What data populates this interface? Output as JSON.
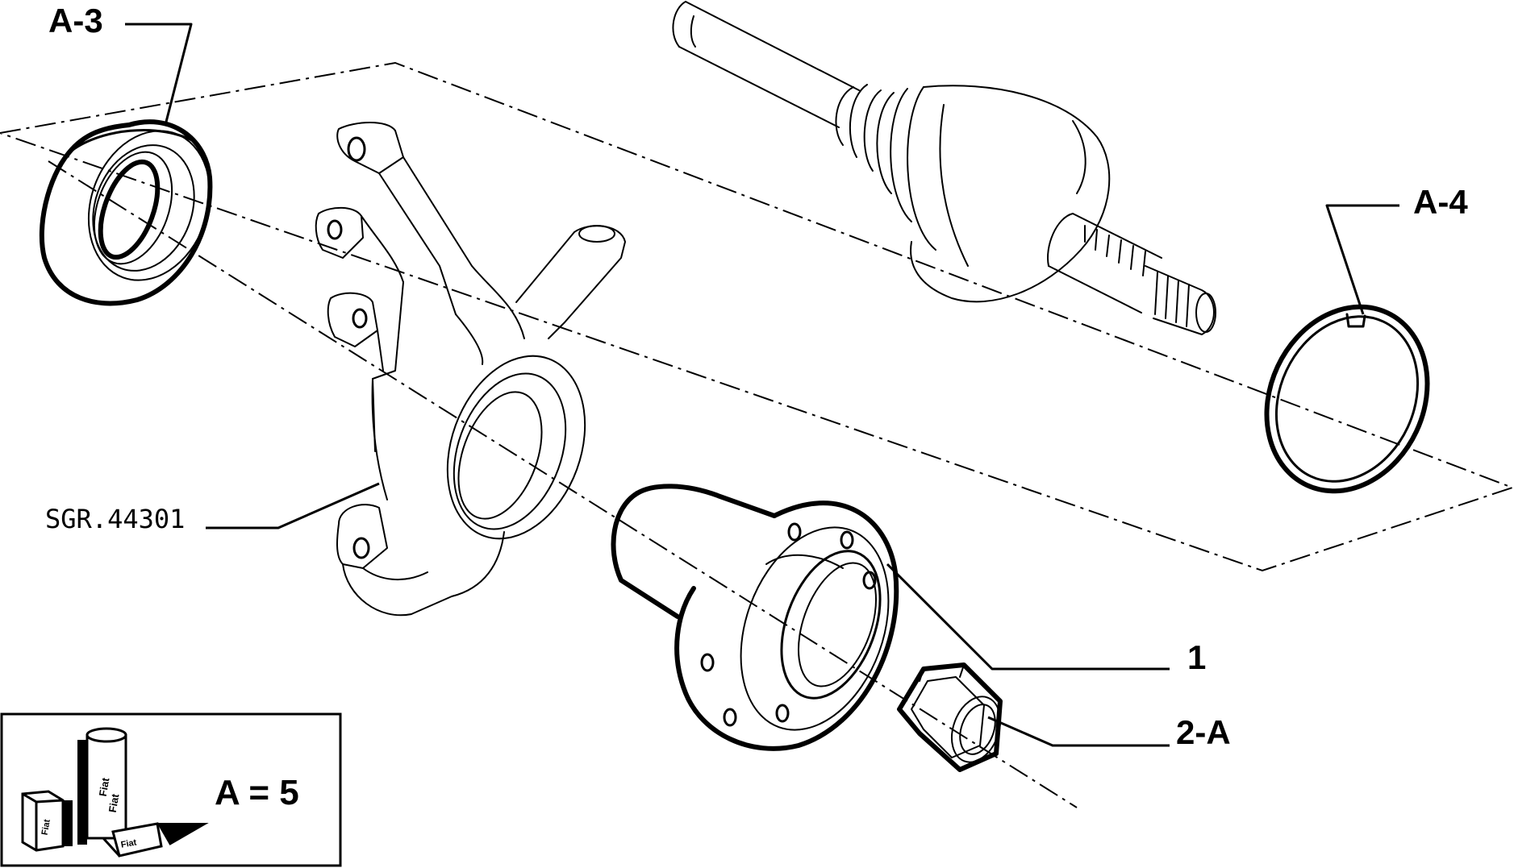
{
  "labels": {
    "a3": "A-3",
    "a4": "A-4",
    "part1": "1",
    "part2a": "2-A",
    "knuckle_code": "SGR.44301"
  },
  "legend": {
    "equation": "A = 5",
    "can_text_1": "Fiat",
    "can_text_2": "Fiat",
    "box_text_1": "Fiat",
    "box_text_2": "Fiat"
  }
}
